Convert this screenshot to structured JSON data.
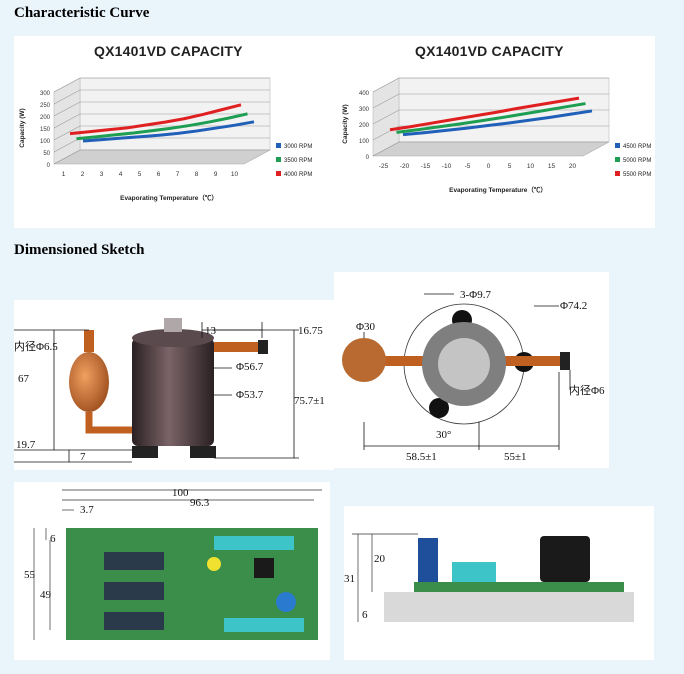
{
  "headings": {
    "curve": "Characteristic Curve",
    "sketch": "Dimensioned Sketch"
  },
  "chart_data": [
    {
      "type": "line",
      "title": "QX1401VD CAPACITY",
      "xlabel": "Evaporating Temperature（℃）",
      "ylabel": "Capacity (W)",
      "x": [
        1,
        2,
        3,
        4,
        5,
        6,
        7,
        8,
        9,
        10
      ],
      "ylim": [
        0,
        300
      ],
      "yticks": [
        0,
        50,
        100,
        150,
        200,
        250,
        300
      ],
      "series": [
        {
          "name": "3000 RPM",
          "color": "#2060b8",
          "values": [
            52,
            58,
            64,
            70,
            76,
            84,
            94,
            106,
            118,
            132
          ]
        },
        {
          "name": "3500 RPM",
          "color": "#1e9e52",
          "values": [
            76,
            84,
            92,
            100,
            110,
            120,
            132,
            146,
            162,
            180
          ]
        },
        {
          "name": "4000 RPM",
          "color": "#e02020",
          "values": [
            112,
            120,
            128,
            136,
            148,
            160,
            174,
            192,
            212,
            232
          ]
        }
      ]
    },
    {
      "type": "line",
      "title": "QX1401VD CAPACITY",
      "xlabel": "Evaporating Temperature（℃）",
      "ylabel": "Capacity (W)",
      "x": [
        -25,
        -20,
        -15,
        -10,
        -5,
        0,
        5,
        10,
        15,
        20
      ],
      "ylim": [
        0,
        400
      ],
      "yticks": [
        0,
        100,
        200,
        300,
        400
      ],
      "series": [
        {
          "name": "4500 RPM",
          "color": "#2060b8",
          "values": [
            68,
            80,
            94,
            108,
            124,
            140,
            158,
            176,
            196,
            216
          ]
        },
        {
          "name": "5000 RPM",
          "color": "#1e9e52",
          "values": [
            104,
            120,
            138,
            156,
            176,
            196,
            218,
            240,
            262,
            284
          ]
        },
        {
          "name": "5500 RPM",
          "color": "#e02020",
          "values": [
            142,
            162,
            184,
            206,
            228,
            250,
            274,
            296,
            318,
            340
          ]
        }
      ]
    }
  ],
  "dimensions_side": [
    "13",
    "16.75",
    "内径Φ6.5",
    "Φ56.7",
    "67",
    "Φ53.7",
    "75.7±1",
    "19.7",
    "7"
  ],
  "dimensions_top": [
    "3-Φ9.7",
    "Φ74.2",
    "Φ30",
    "内径Φ6",
    "30°",
    "58.5±1",
    "55±1"
  ],
  "dimensions_board": [
    "100",
    "96.3",
    "3.7",
    "6",
    "55",
    "49"
  ],
  "dimensions_board_side": [
    "20",
    "31",
    "6"
  ]
}
